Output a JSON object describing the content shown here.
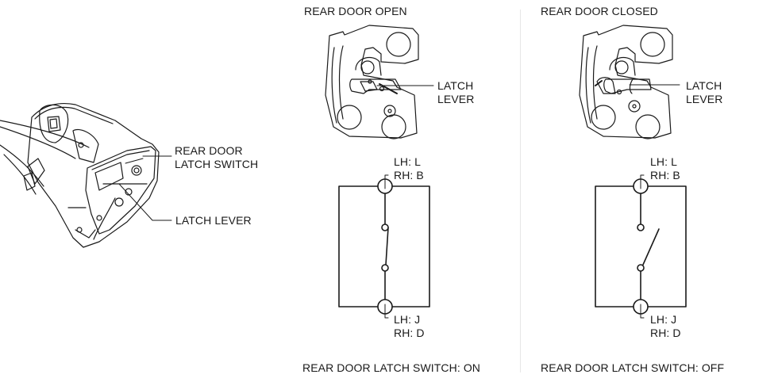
{
  "assembly": {
    "callouts": {
      "switch_line1": "REAR DOOR",
      "switch_line2": "LATCH SWITCH",
      "lever": "LATCH LEVER"
    }
  },
  "panels": [
    {
      "title": "REAR DOOR OPEN",
      "lever_line1": "LATCH",
      "lever_line2": "LEVER",
      "top_terminal_line1": "LH: L",
      "top_terminal_line2": "RH: B",
      "bottom_terminal_line1": "LH: J",
      "bottom_terminal_line2": "RH: D",
      "caption": "REAR DOOR LATCH SWITCH: ON",
      "switch_state": "closed"
    },
    {
      "title": "REAR DOOR CLOSED",
      "lever_line1": "LATCH",
      "lever_line2": "LEVER",
      "top_terminal_line1": "LH: L",
      "top_terminal_line2": "RH: B",
      "bottom_terminal_line1": "LH: J",
      "bottom_terminal_line2": "RH: D",
      "caption": "REAR DOOR LATCH SWITCH: OFF",
      "switch_state": "open"
    }
  ]
}
